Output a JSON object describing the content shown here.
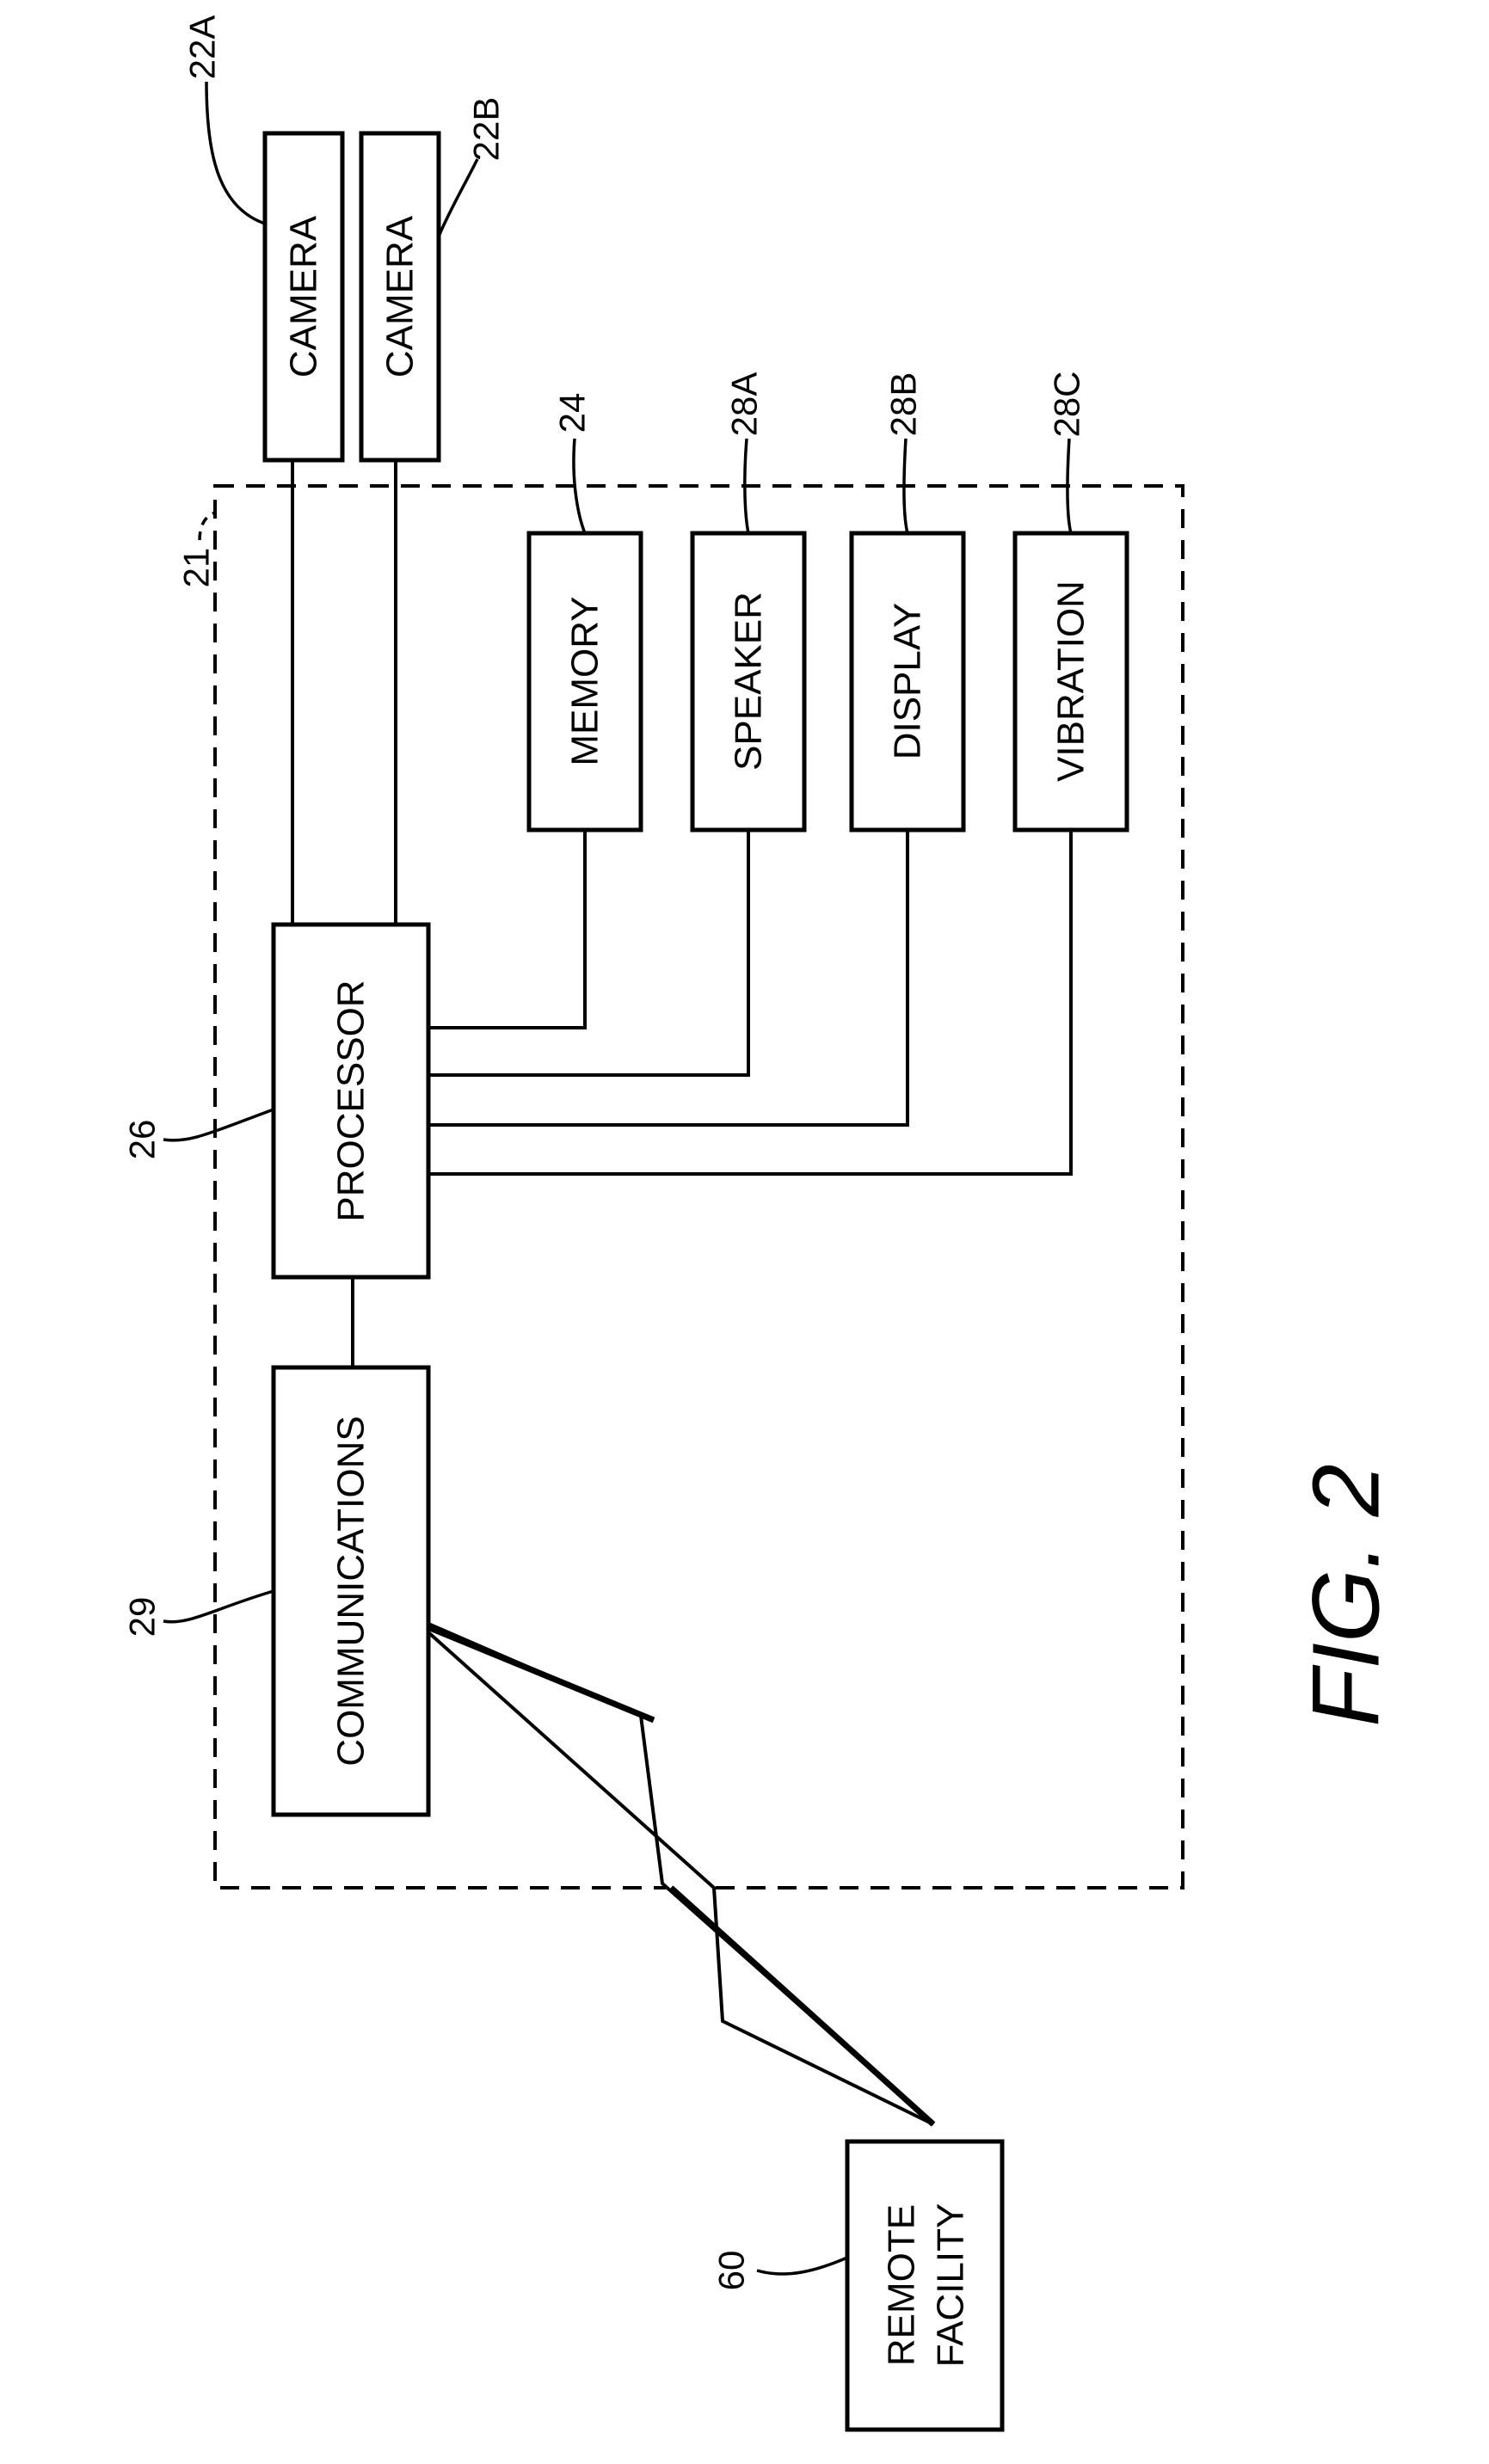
{
  "diagram": {
    "figure_label": "FIG. 2",
    "boundary_ref": "21",
    "blocks": {
      "camera_a": {
        "label": "CAMERA",
        "ref": "22A"
      },
      "camera_b": {
        "label": "CAMERA",
        "ref": "22B"
      },
      "memory": {
        "label": "MEMORY",
        "ref": "24"
      },
      "speaker": {
        "label": "SPEAKER",
        "ref": "28A"
      },
      "display": {
        "label": "DISPLAY",
        "ref": "28B"
      },
      "vibration": {
        "label": "VIBRATION",
        "ref": "28C"
      },
      "processor": {
        "label": "PROCESSOR",
        "ref": "26"
      },
      "communications": {
        "label": "COMMUNICATIONS",
        "ref": "29"
      },
      "remote_facility": {
        "label_line1": "REMOTE",
        "label_line2": "FACILITY",
        "ref": "60"
      }
    }
  }
}
